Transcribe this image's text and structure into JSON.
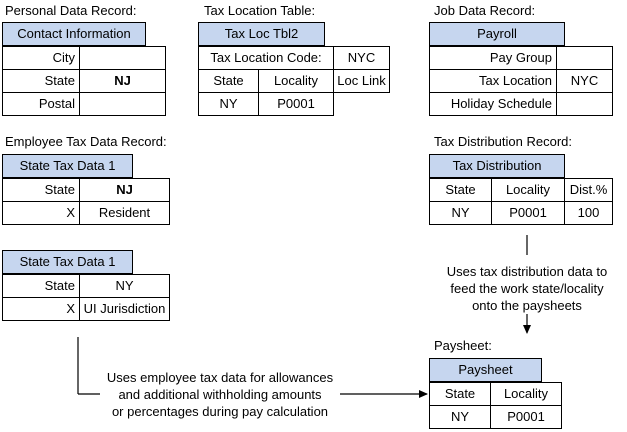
{
  "personal": {
    "caption": "Personal Data Record:",
    "tab": "Contact Information",
    "rows": [
      {
        "label": "City",
        "value": ""
      },
      {
        "label": "State",
        "value": "NJ"
      },
      {
        "label": "Postal",
        "value": ""
      }
    ]
  },
  "tax_location": {
    "caption": "Tax Location Table:",
    "tab": "Tax Loc Tbl2",
    "code_label": "Tax Location Code:",
    "code_value": "NYC",
    "headers": [
      "State",
      "Locality",
      "Loc Link"
    ],
    "row": [
      "NY",
      "P0001",
      ""
    ]
  },
  "job": {
    "caption": "Job Data Record:",
    "tab": "Payroll",
    "rows": [
      {
        "label": "Pay Group",
        "value": ""
      },
      {
        "label": "Tax Location",
        "value": "NYC"
      },
      {
        "label": "Holiday Schedule",
        "value": ""
      }
    ]
  },
  "employee_tax": {
    "caption": "Employee Tax Data Record:",
    "tab1": "State Tax Data 1",
    "t1_rows": [
      {
        "label": "State",
        "value": "NJ"
      },
      {
        "label": "X",
        "value": "Resident"
      }
    ],
    "tab2": "State Tax Data 1",
    "t2_rows": [
      {
        "label": "State",
        "value": "NY"
      },
      {
        "label": "X",
        "value": "UI Jurisdiction"
      }
    ]
  },
  "tax_distribution": {
    "caption": "Tax Distribution Record:",
    "tab": "Tax Distribution",
    "headers": [
      "State",
      "Locality",
      "Dist.%"
    ],
    "row": [
      "NY",
      "P0001",
      "100"
    ]
  },
  "paysheet": {
    "caption": "Paysheet:",
    "tab": "Paysheet",
    "headers": [
      "State",
      "Locality"
    ],
    "row": [
      "NY",
      "P0001"
    ]
  },
  "notes": {
    "distribution": [
      "Uses tax distribution data to",
      "feed the work state/locality",
      "onto the paysheets"
    ],
    "employee": [
      "Uses employee tax data for allowances",
      "and additional withholding amounts",
      "or percentages during pay calculation"
    ]
  }
}
